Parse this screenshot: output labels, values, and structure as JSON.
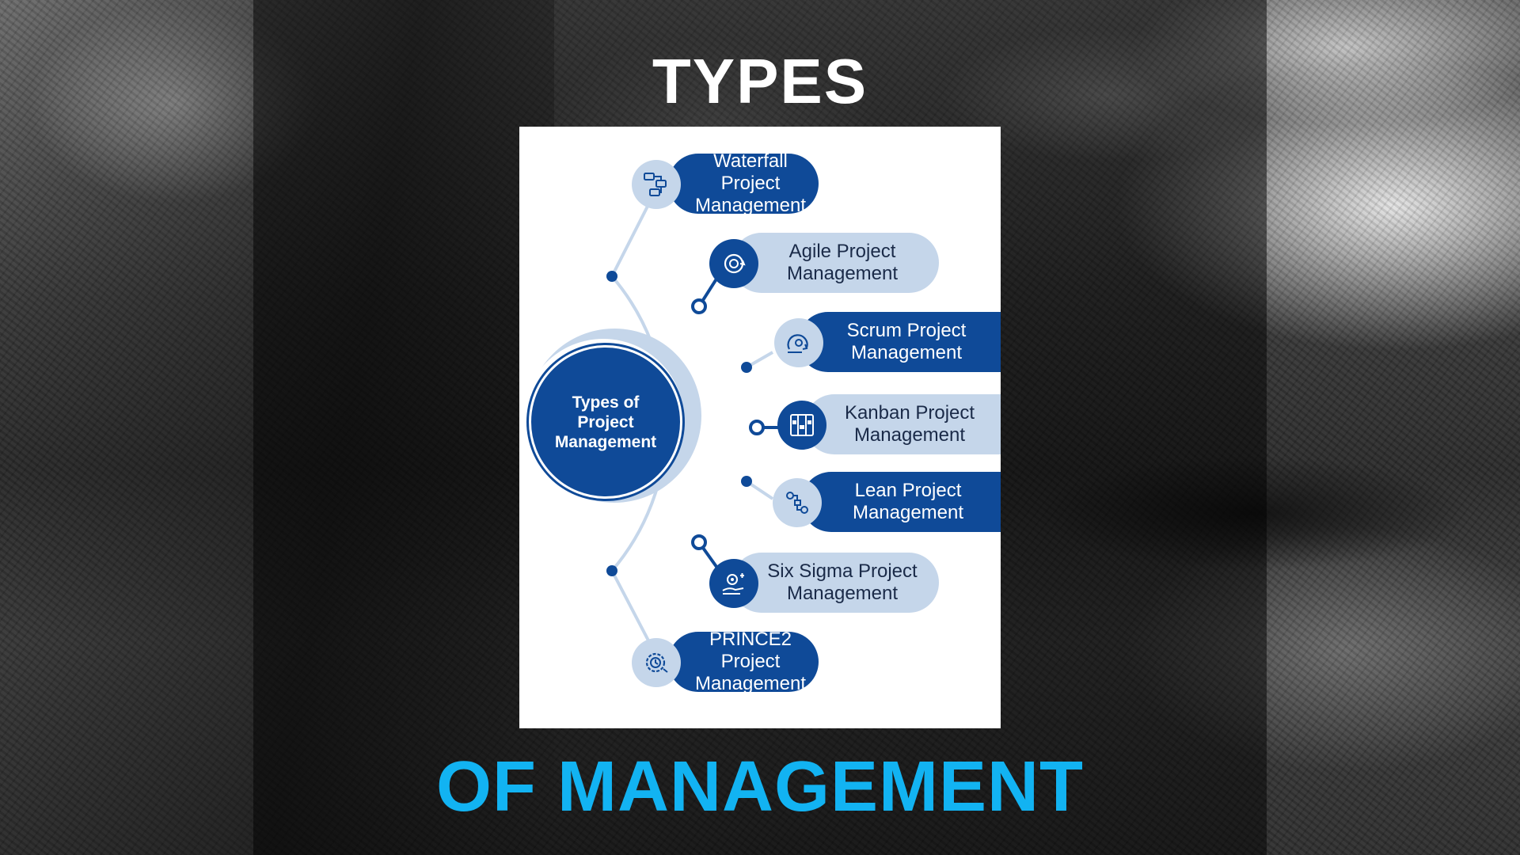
{
  "heading_top": "TYPES",
  "heading_bottom": "OF MANAGEMENT",
  "diagram": {
    "center_label": "Types of\nProject\nManagement",
    "items": [
      {
        "label": "Waterfall Project\nManagement",
        "icon": "flowchart-icon"
      },
      {
        "label": "Agile Project\nManagement",
        "icon": "agile-cycle-icon"
      },
      {
        "label": "Scrum Project\nManagement",
        "icon": "sprint-cycle-icon"
      },
      {
        "label": "Kanban Project\nManagement",
        "icon": "kanban-board-icon"
      },
      {
        "label": "Lean Project\nManagement",
        "icon": "process-gears-icon"
      },
      {
        "label": "Six Sigma Project\nManagement",
        "icon": "hand-gear-icon"
      },
      {
        "label": "PRINCE2 Project\nManagement",
        "icon": "clock-gear-icon"
      }
    ]
  },
  "colors": {
    "dark_blue": "#0f4a98",
    "light_blue": "#c5d6ea",
    "accent_cyan": "#12b3f2"
  }
}
